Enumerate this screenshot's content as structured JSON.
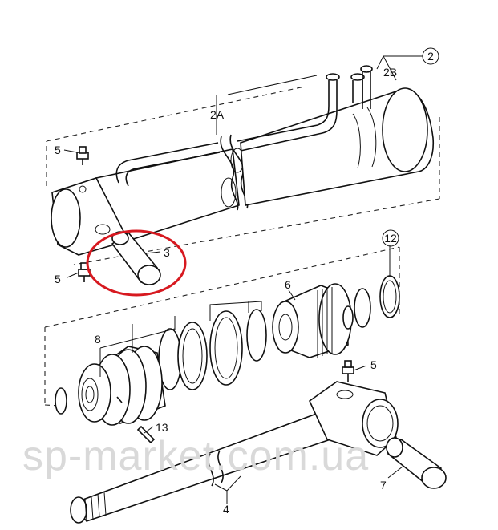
{
  "callouts": {
    "c2": "2",
    "c2A": "2A",
    "c2B": "2B",
    "c3": "3",
    "c4": "4",
    "c5a": "5",
    "c5b": "5",
    "c5c": "5",
    "c6": "6",
    "c7": "7",
    "c8": "8",
    "c12": "12",
    "c13": "13"
  },
  "watermark": "sp-market.com.ua",
  "colors": {
    "highlight": "#d71920",
    "ink": "#111111",
    "watermark": "#d9d9d9"
  }
}
